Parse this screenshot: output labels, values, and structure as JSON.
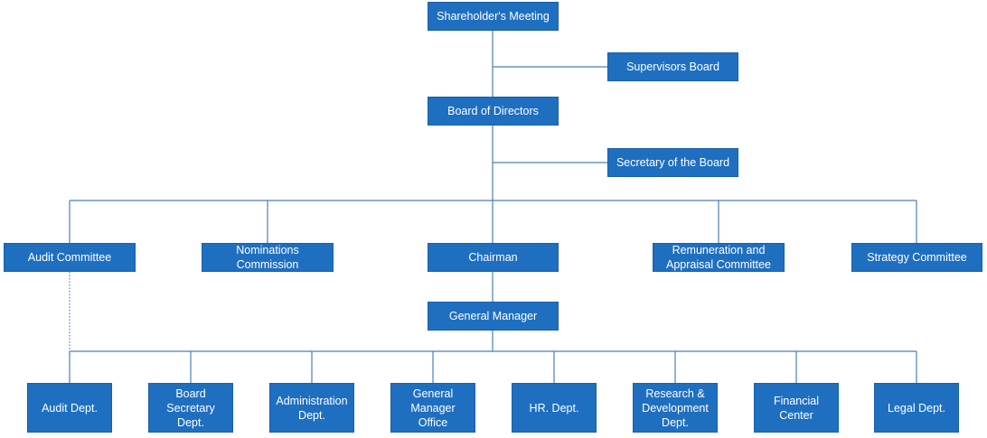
{
  "nodes": {
    "shareholders": "Shareholder's Meeting",
    "supervisors": "Supervisors Board",
    "board": "Board of Directors",
    "secretary": "Secretary of the Board",
    "audit_committee": "Audit Committee",
    "nominations": "Nominations\nCommission",
    "chairman": "Chairman",
    "remuneration": "Remuneration and\nAppraisal Committee",
    "strategy": "Strategy Committee",
    "general_manager": "General Manager",
    "audit_dept": "Audit Dept.",
    "board_secretary_dept": "Board\nSecretary\nDept.",
    "administration_dept": "Administration\nDept.",
    "gm_office": "General\nManager\nOffice",
    "hr_dept": "HR. Dept.",
    "rd_dept": "Research &\nDevelopment\nDept.",
    "financial_center": "Financial\nCenter",
    "legal_dept": "Legal Dept."
  }
}
